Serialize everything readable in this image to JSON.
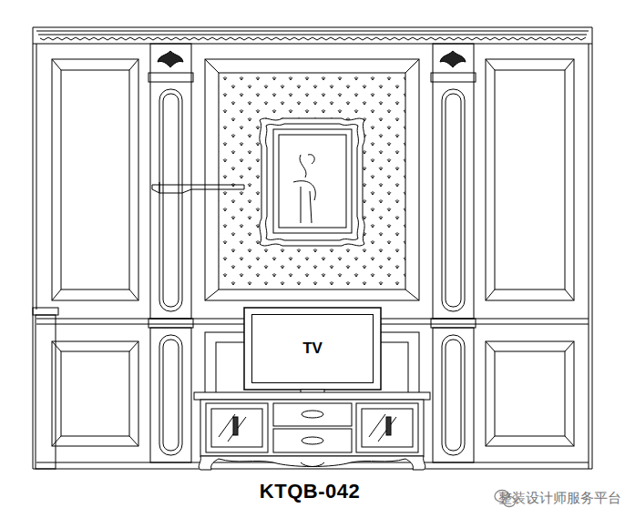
{
  "diagram": {
    "caption": "KTQB-042",
    "nodes": [
      {
        "text": [
          "TV"
        ]
      }
    ],
    "labels": [
      "整装设计师服务平台"
    ]
  }
}
